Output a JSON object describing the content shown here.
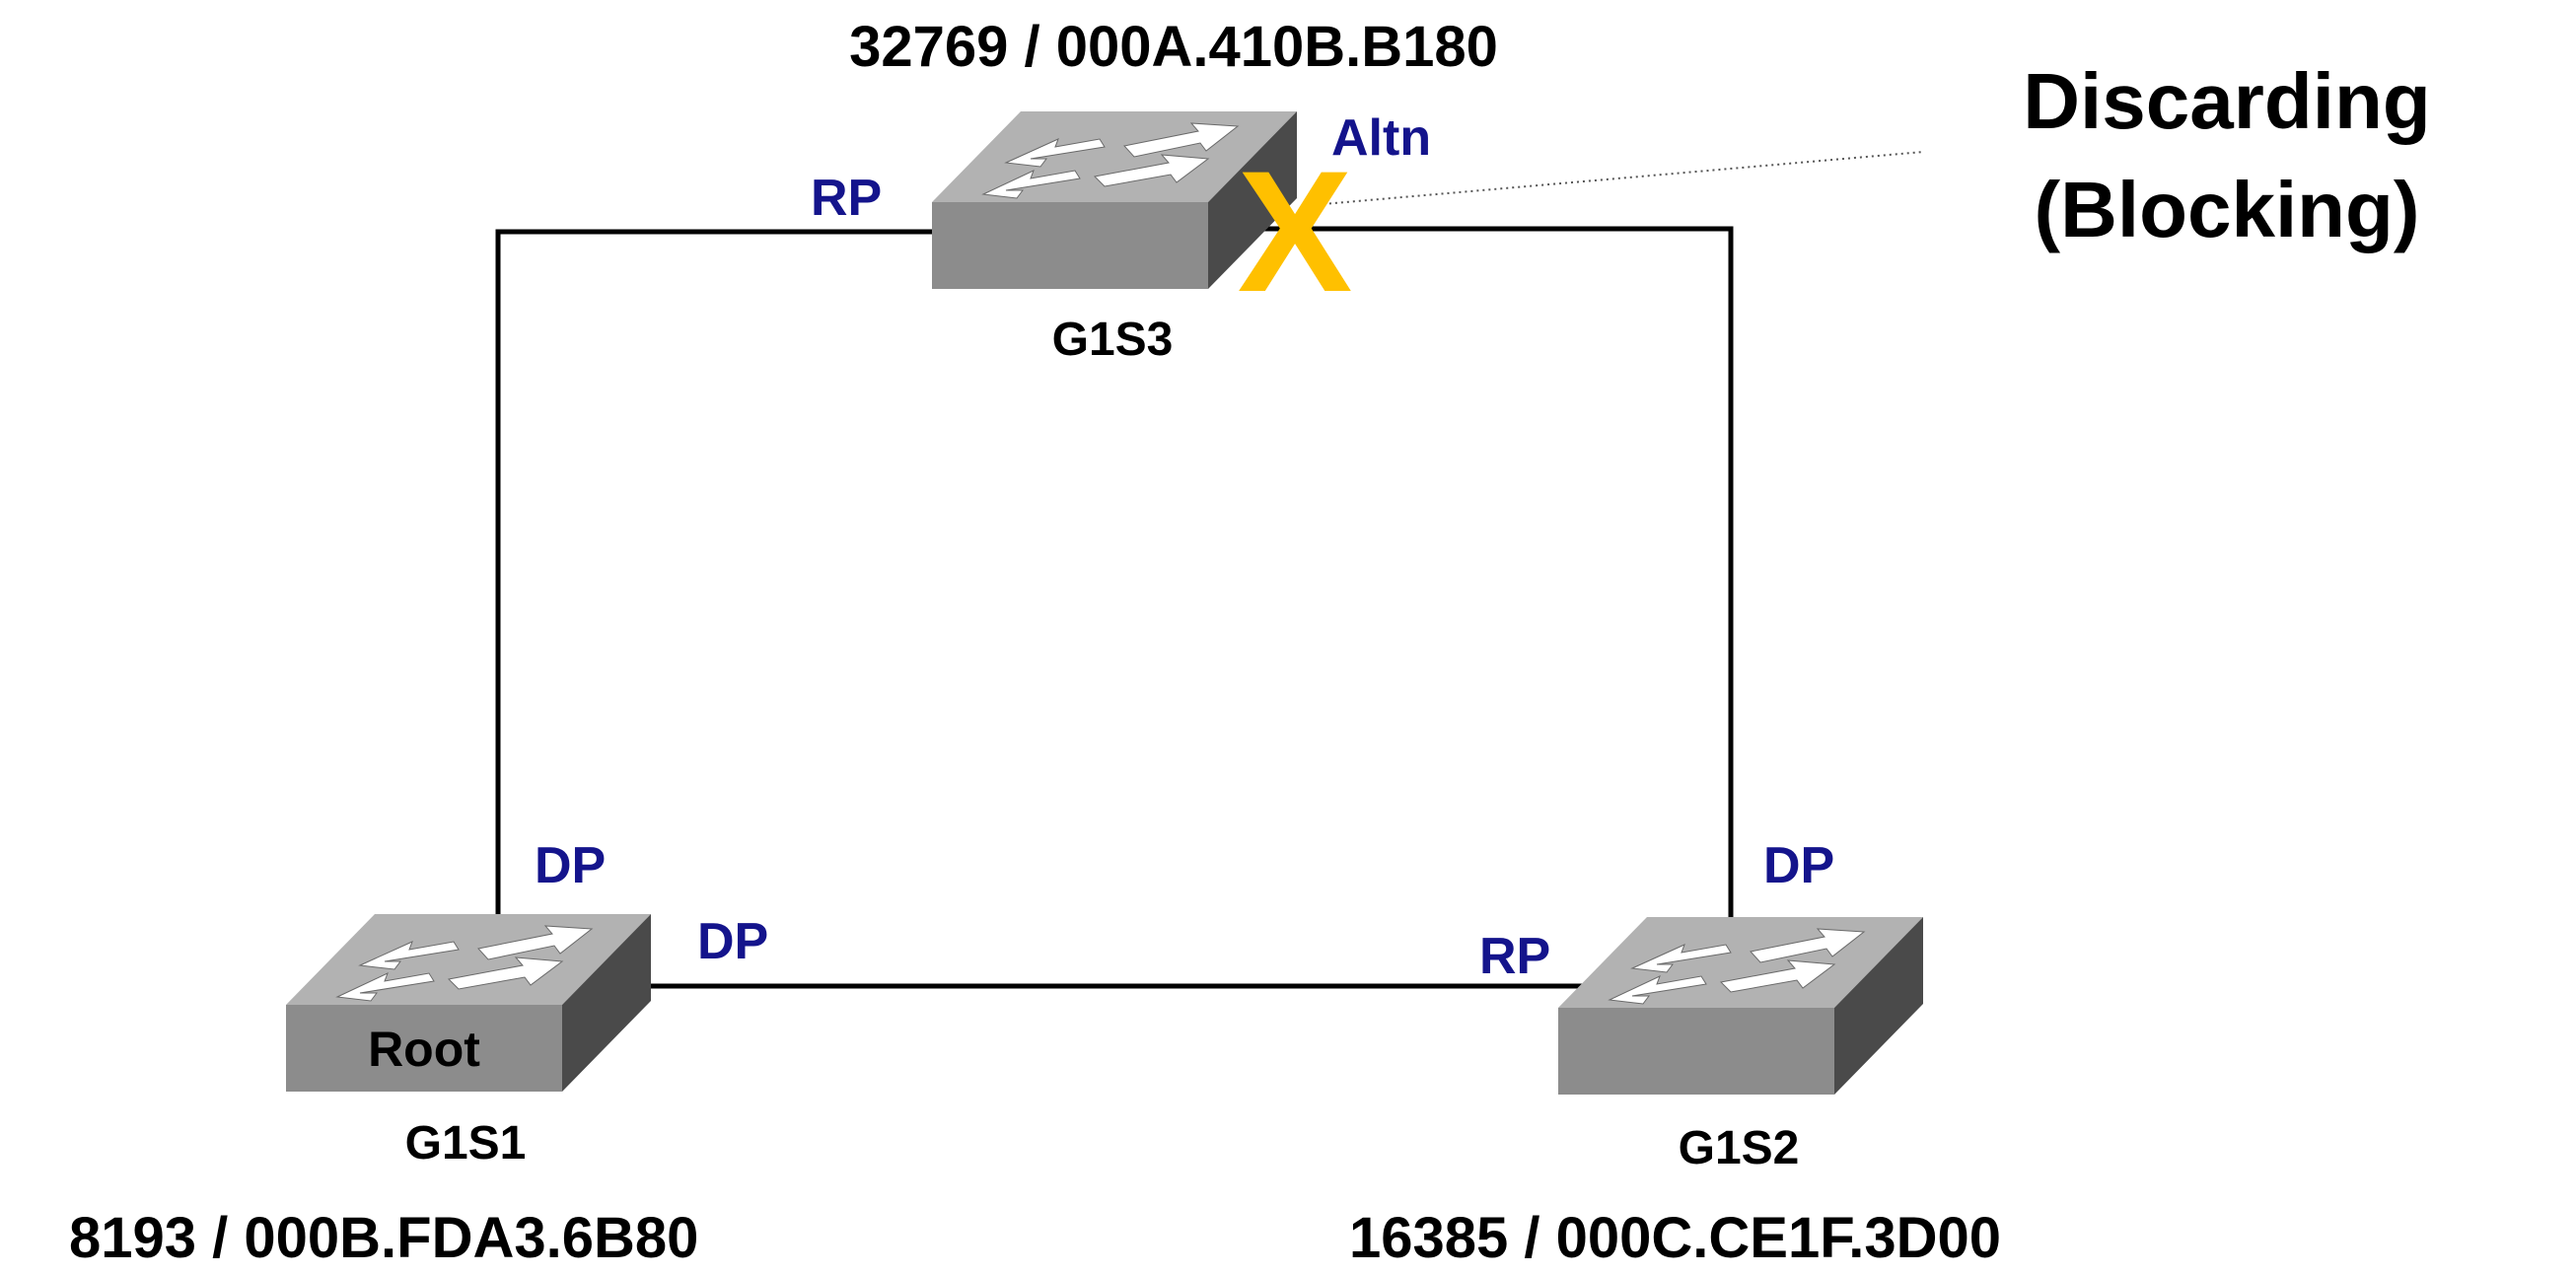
{
  "colors": {
    "port_label": "#14148c",
    "blocked_marker": "#ffc000",
    "link": "#000000",
    "switch_top": "#b2b2b2",
    "switch_front": "#8c8c8c",
    "switch_side": "#4a4a4a"
  },
  "switches": {
    "s3": {
      "name": "G1S3",
      "bridge_id": "32769 / 000A.410B.B180",
      "icon": "switch-icon"
    },
    "s1": {
      "name": "G1S1",
      "bridge_id": "8193 / 000B.FDA3.6B80",
      "role_label": "Root",
      "icon": "switch-icon"
    },
    "s2": {
      "name": "G1S2",
      "bridge_id": "16385 / 000C.CE1F.3D00",
      "icon": "switch-icon"
    }
  },
  "ports": {
    "s3_left": "RP",
    "s3_right": "Altn",
    "s1_top": "DP",
    "s1_right": "DP",
    "s2_top": "DP",
    "s2_left": "RP"
  },
  "blocked_marker": {
    "symbol": "X",
    "icon": "blocked-port-x-icon"
  },
  "callout": {
    "line1": "Discarding",
    "line2": "(Blocking)"
  }
}
